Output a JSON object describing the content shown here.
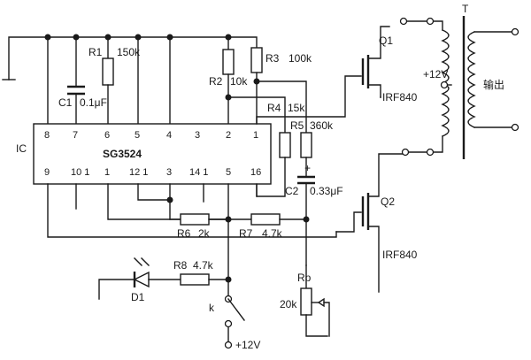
{
  "ic": {
    "label": "IC",
    "name": "SG3524",
    "top_pins": [
      "8",
      "7",
      "6",
      "5",
      "4",
      "3",
      "2",
      "1"
    ],
    "bottom_pins": [
      "9",
      "10 1",
      "1",
      "12 1",
      "3",
      "14 1",
      "5",
      "16"
    ]
  },
  "components": {
    "r1": {
      "ref": "R1",
      "value": "150k"
    },
    "c1": {
      "ref": "C1",
      "value": "0.1μF"
    },
    "r2": {
      "ref": "R2",
      "value": "10k"
    },
    "r3": {
      "ref": "R3",
      "value": "100k"
    },
    "r4": {
      "ref": "R4",
      "value": "15k"
    },
    "r5": {
      "ref": "R5",
      "value": "360k"
    },
    "c2": {
      "ref": "C2",
      "value": "0.33μF"
    },
    "c2_plus": "+",
    "r6": {
      "ref": "R6",
      "value": "2k"
    },
    "r7": {
      "ref": "R7",
      "value": "4.7k"
    },
    "r8": {
      "ref": "R8",
      "value": "4.7k"
    },
    "d1": {
      "ref": "D1"
    },
    "k": {
      "ref": "k"
    },
    "rp": {
      "ref": "Rp",
      "value": "20k"
    },
    "q1": {
      "ref": "Q1",
      "part": "IRF840"
    },
    "q2": {
      "ref": "Q2",
      "part": "IRF840"
    },
    "t": {
      "ref": "T"
    }
  },
  "labels": {
    "supply_transformer": "+12V",
    "supply_bottom": "+12V",
    "output": "输出"
  }
}
